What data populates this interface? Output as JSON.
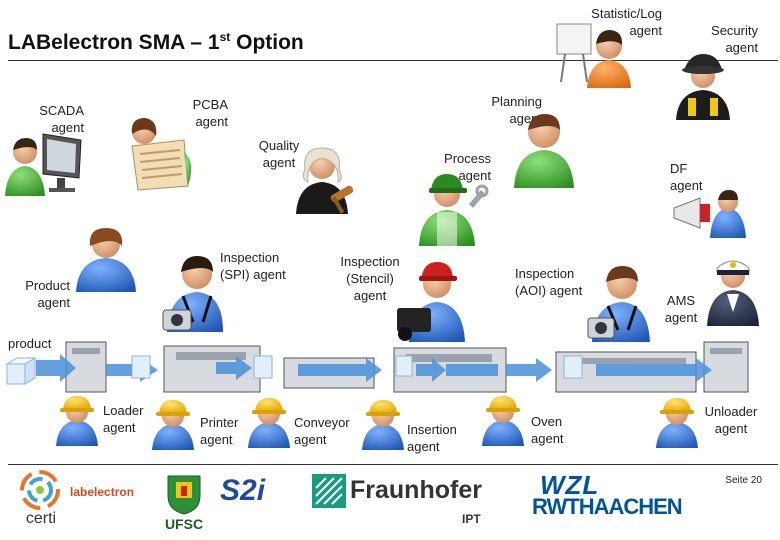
{
  "slide": {
    "title_main": "LABelectron SMA – 1",
    "title_sup": "st",
    "title_end": " Option",
    "page_label": "Seite 20"
  },
  "agents": {
    "statistic_log": "Statistic/Log\nagent",
    "security": "Security\nagent",
    "scada": "SCADA\nagent",
    "pcba": "PCBA\nagent",
    "planning": "Planning\nagent",
    "quality": "Quality\nagent",
    "process": "Process\nagent",
    "df": "DF\nagent",
    "inspection_spi": "Inspection\n(SPI) agent",
    "inspection_stencil": "Inspection\n(Stencil)\nagent",
    "inspection_aoi": "Inspection\n(AOI) agent",
    "product": "Product\nagent",
    "ams": "AMS\nagent",
    "product_label": "product",
    "loader": "Loader\nagent",
    "printer": "Printer\nagent",
    "conveyor": "Conveyor\nagent",
    "insertion": "Insertion\nagent",
    "oven": "Oven\nagent",
    "unloader": "Unloader\nagent"
  },
  "logos": {
    "certi": "certi",
    "labelectron": "labelectron",
    "ufsc": "UFSC",
    "s2i": "S2i",
    "fraunhofer": "Fraunhofer",
    "ipt": "IPT",
    "wzl": "WZL",
    "rwth": "RWTHAACHEN"
  },
  "colors": {
    "worker_blue": "#2f6fc9",
    "hard_hat": "#f3c316",
    "skin": "#e8b48a",
    "conveyor_arrow": "#4a90d9",
    "fraunhofer_green": "#179c7d",
    "rwth_blue": "#00549f"
  }
}
